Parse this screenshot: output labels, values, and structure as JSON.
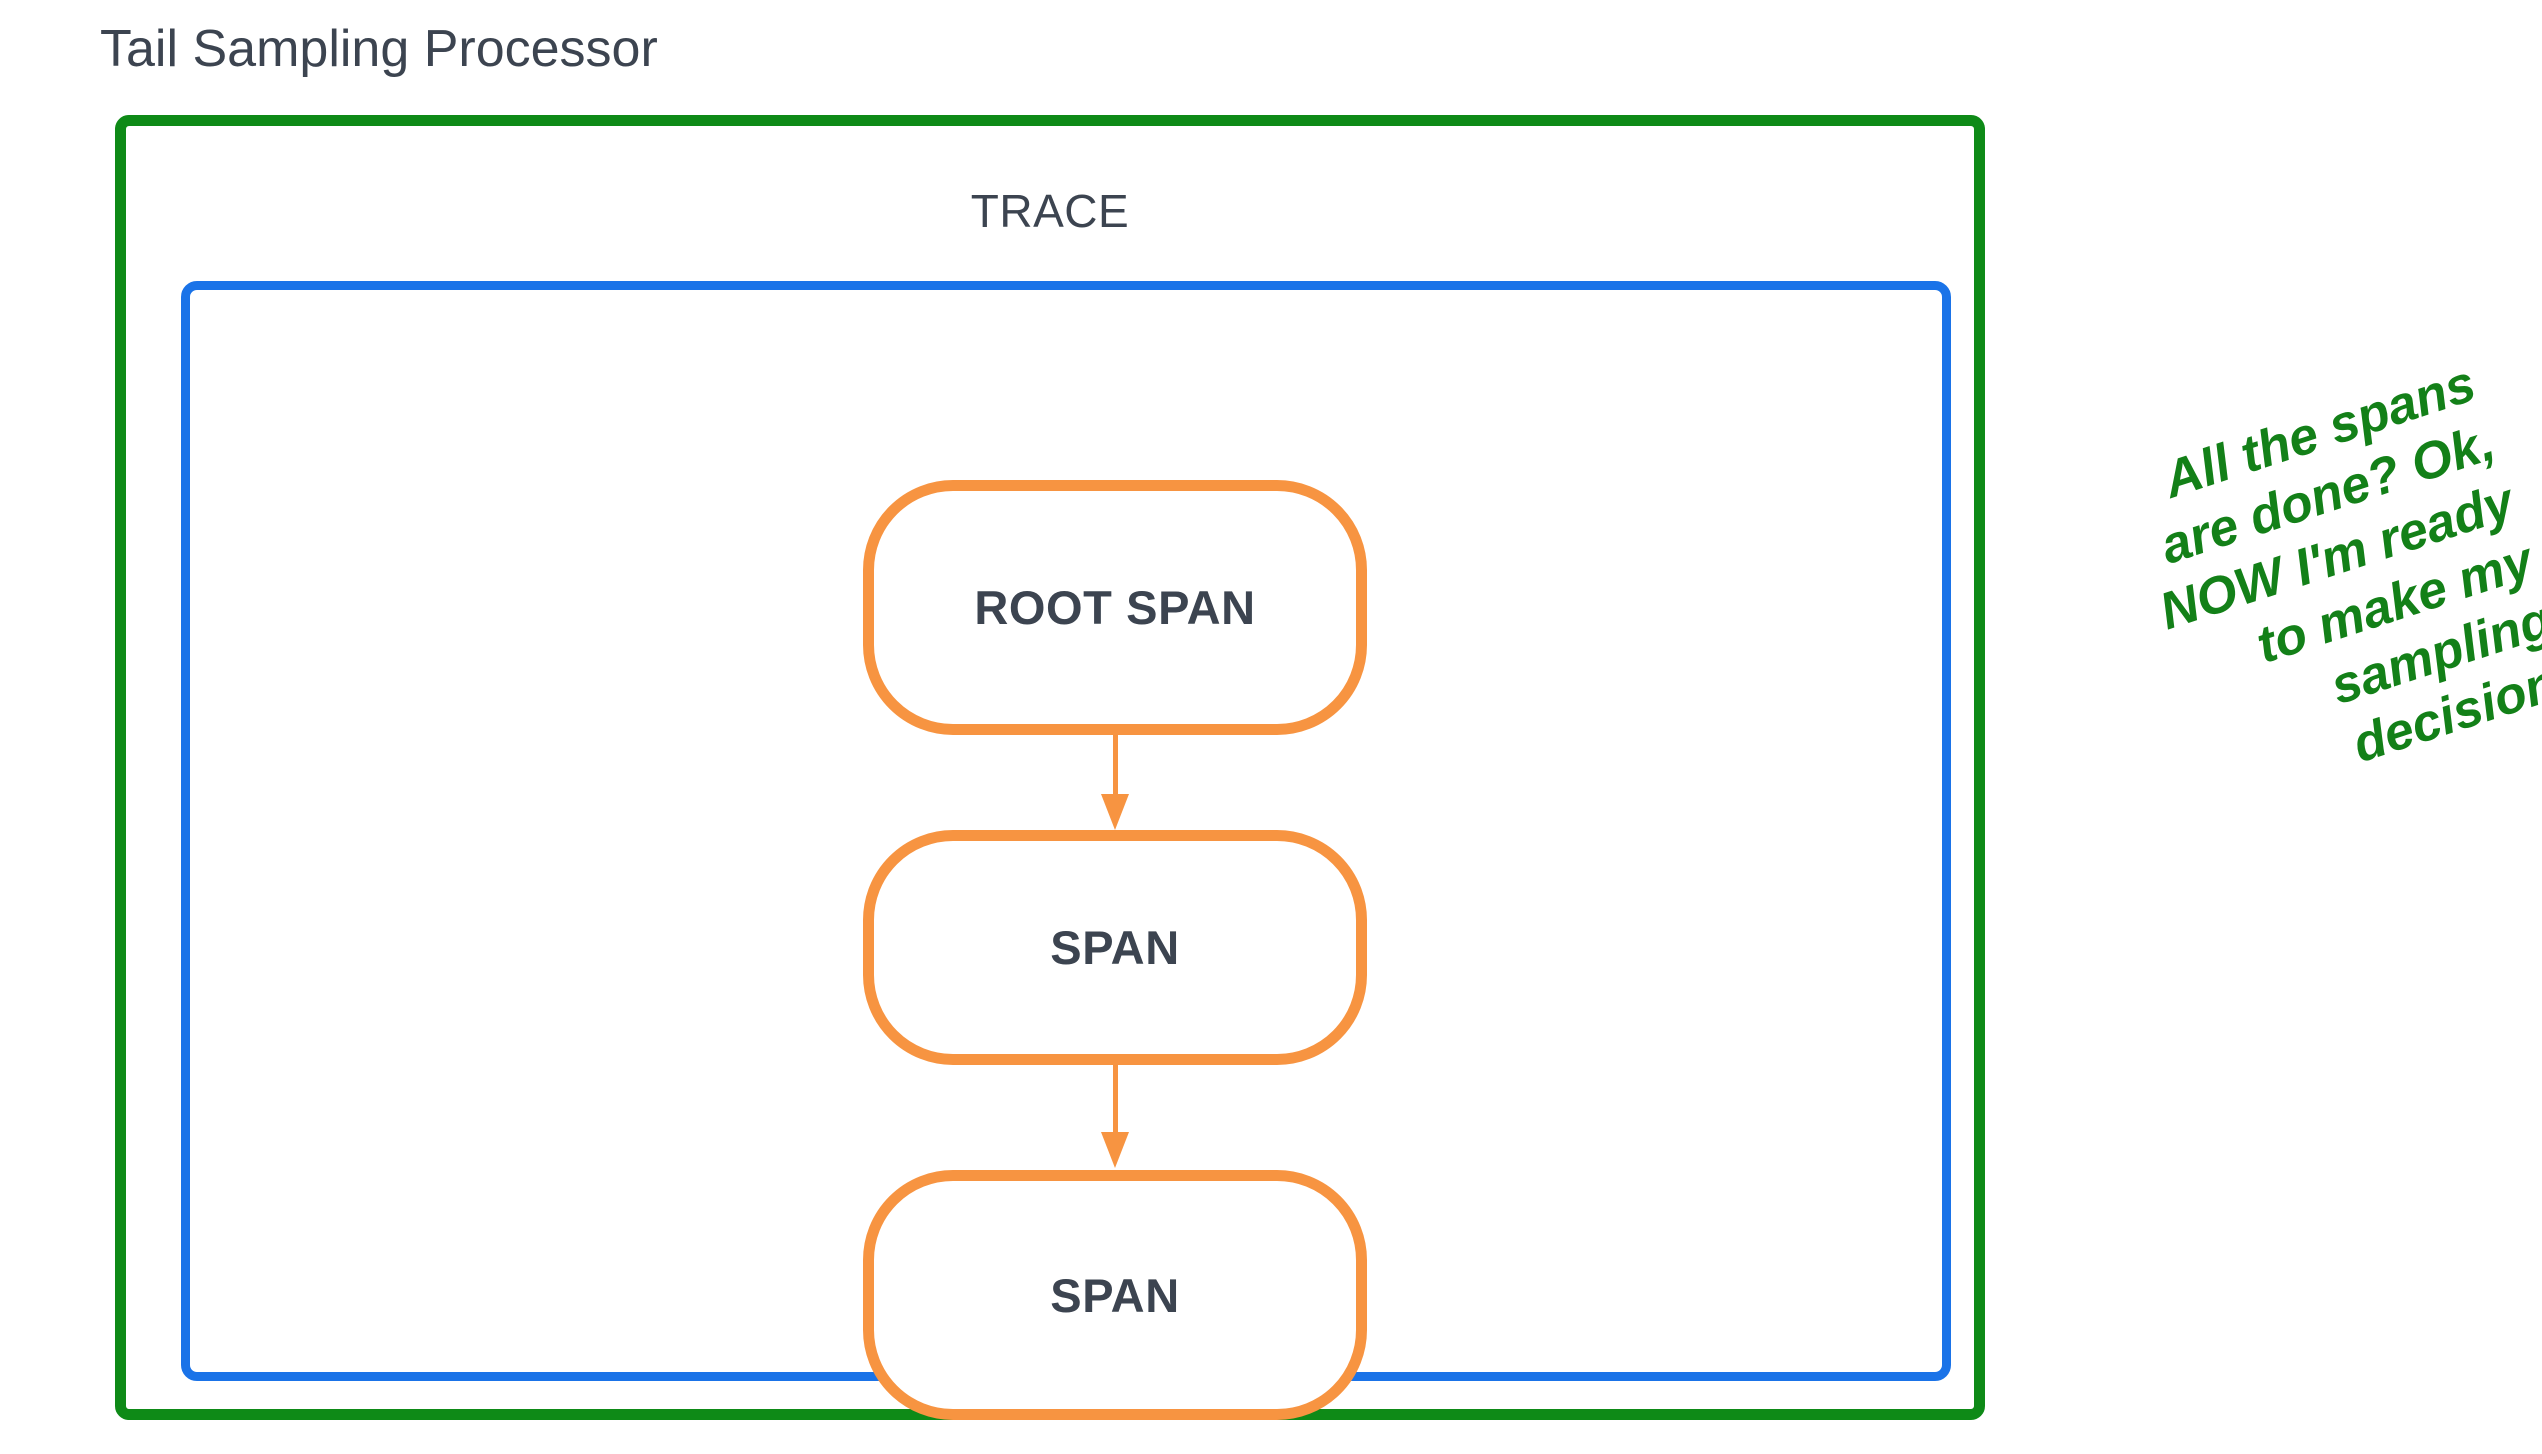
{
  "diagram": {
    "title": "Tail Sampling Processor",
    "colors": {
      "processor_border": "#0e8a17",
      "trace_border": "#1a73e8",
      "span_border": "#f79441",
      "text": "#3c4450",
      "annotation": "#138018",
      "background": "#ffffff"
    },
    "trace": {
      "label": "TRACE",
      "spans": [
        {
          "label": "ROOT SPAN"
        },
        {
          "label": "SPAN"
        },
        {
          "label": "SPAN"
        }
      ],
      "connectors": [
        {
          "from": "ROOT SPAN",
          "to": "SPAN",
          "style": "arrow-down"
        },
        {
          "from": "SPAN",
          "to": "SPAN",
          "style": "arrow-down"
        }
      ]
    },
    "annotation": {
      "rotation_degrees": -18,
      "lines": [
        "All the spans",
        "are done? Ok,",
        "NOW I'm ready",
        "to make my",
        "sampling",
        "decision."
      ]
    }
  }
}
